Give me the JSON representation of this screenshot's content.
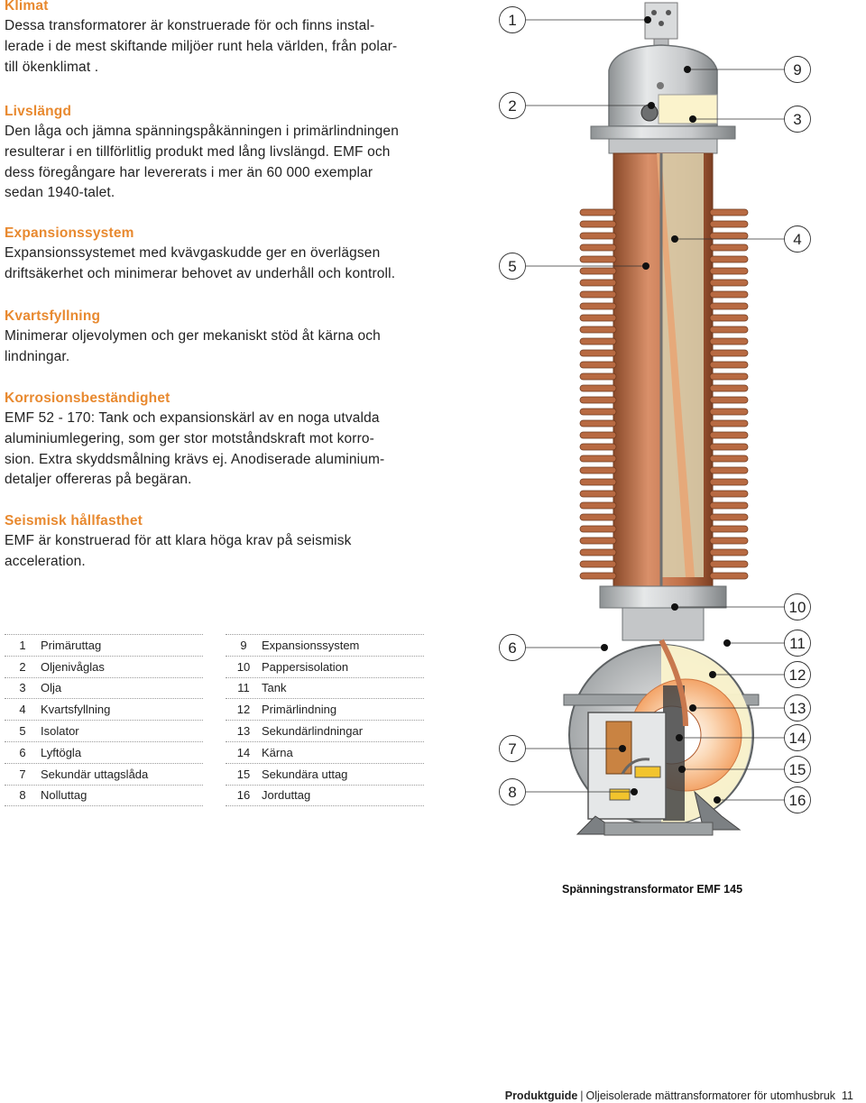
{
  "sections": [
    {
      "title": "Klimat",
      "body": "Dessa transformatorer är konstruerade för och finns instal-\nlerade i de mest skiftande miljöer runt hela världen, från polar-\ntill ökenklimat ."
    },
    {
      "title": "Livslängd",
      "body": "Den låga och jämna spänningspåkänningen i primärlindningen\nresulterar i en tillförlitlig produkt med lång livslängd. EMF och\ndess föregångare har levererats i mer än 60 000 exemplar\nsedan 1940-talet."
    },
    {
      "title": "Expansionssystem",
      "body": "Expansionssystemet med kvävgaskudde ger en överlägsen\ndriftsäkerhet och minimerar behovet av underhåll och kontroll."
    },
    {
      "title": "Kvartsfyllning",
      "body": "Minimerar oljevolymen och ger mekaniskt stöd åt kärna och\nlindningar."
    },
    {
      "title": "Korrosionsbeständighet",
      "body": "EMF 52 - 170: Tank och expansionskärl av en noga utvalda\naluminiumlegering, som ger stor motståndskraft mot korro-\nsion. Extra skyddsmålning krävs ej. Anodiserade aluminium-\ndetaljer offereras på begäran."
    },
    {
      "title": "Seismisk hållfasthet",
      "body": "EMF är konstruerad för att klara höga krav på seismisk\nacceleration."
    }
  ],
  "legend_left": [
    {
      "num": "1",
      "label": "Primäruttag"
    },
    {
      "num": "2",
      "label": "Oljenivåglas"
    },
    {
      "num": "3",
      "label": "Olja"
    },
    {
      "num": "4",
      "label": "Kvartsfyllning"
    },
    {
      "num": "5",
      "label": "Isolator"
    },
    {
      "num": "6",
      "label": "Lyftögla"
    },
    {
      "num": "7",
      "label": "Sekundär uttagslåda"
    },
    {
      "num": "8",
      "label": "Nolluttag"
    }
  ],
  "legend_right": [
    {
      "num": "9",
      "label": "Expansionssystem"
    },
    {
      "num": "10",
      "label": "Pappersisolation"
    },
    {
      "num": "11",
      "label": "Tank"
    },
    {
      "num": "12",
      "label": "Primärlindning"
    },
    {
      "num": "13",
      "label": "Sekundärlindningar"
    },
    {
      "num": "14",
      "label": "Kärna"
    },
    {
      "num": "15",
      "label": "Sekundära uttag"
    },
    {
      "num": "16",
      "label": "Jorduttag"
    }
  ],
  "diagram_callouts": [
    "1",
    "2",
    "3",
    "4",
    "5",
    "6",
    "7",
    "8",
    "9",
    "10",
    "11",
    "12",
    "13",
    "14",
    "15",
    "16"
  ],
  "caption": "Spänningstransformator EMF 145",
  "footer": {
    "bold": "Produktguide",
    "sep": "|",
    "rest": "Oljeisolerade mättransformatorer för utomhusbruk",
    "page": "11"
  },
  "colors": {
    "accent": "#e8892f",
    "insulator": "#c8784e",
    "metal": "#c4c6c8",
    "oil": "#fbf3cc"
  }
}
